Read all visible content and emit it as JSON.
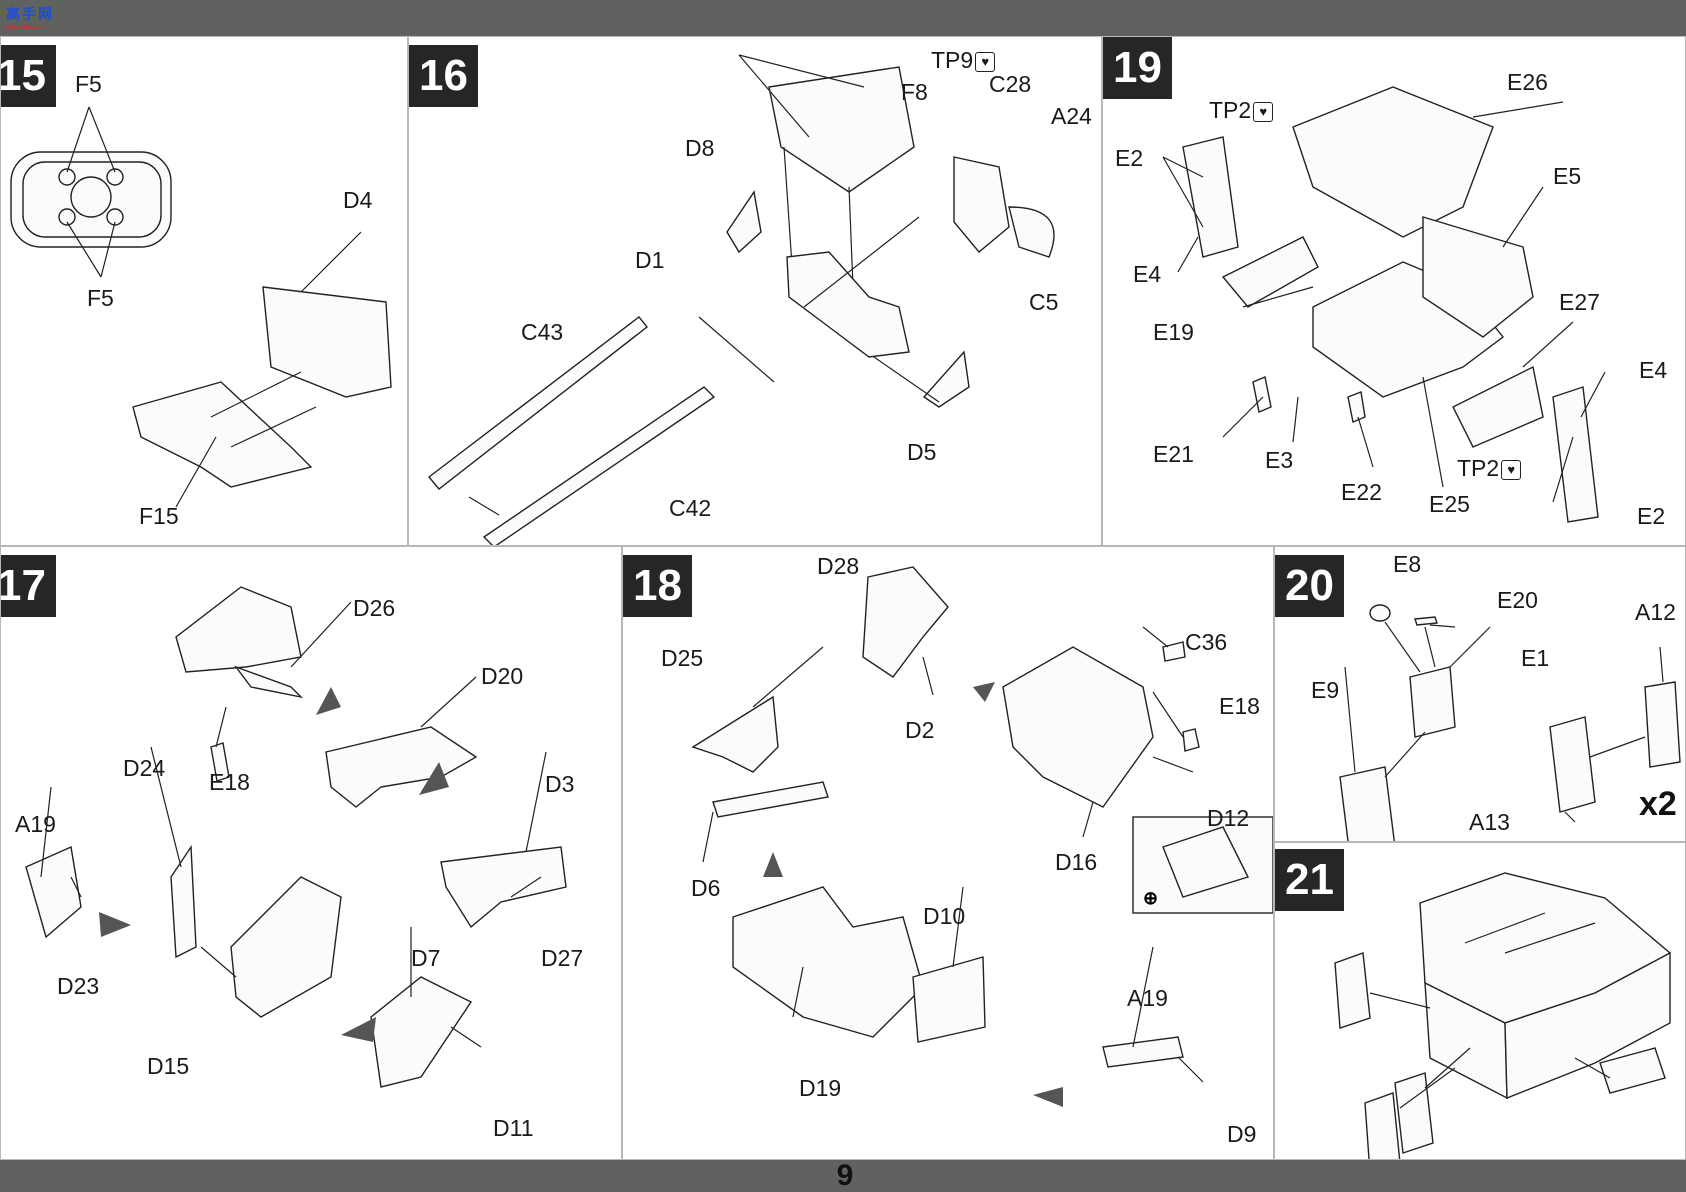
{
  "page": {
    "number": "9"
  },
  "watermark": {
    "brand": "高手网",
    "site": "gao-shou.com"
  },
  "steps": [
    {
      "number": "15",
      "labels": {
        "f5_top": "F5",
        "f5_bottom": "F5",
        "d4": "D4",
        "f15": "F15"
      }
    },
    {
      "number": "16",
      "labels": {
        "d8": "D8",
        "f8": "F8",
        "tp9": "TP9",
        "c28": "C28",
        "a24": "A24",
        "d1": "D1",
        "c5": "C5",
        "c43": "C43",
        "d5": "D5",
        "c42": "C42"
      }
    },
    {
      "number": "19",
      "labels": {
        "e26": "E26",
        "tp2_top": "TP2",
        "e2_left": "E2",
        "e5": "E5",
        "e4_left": "E4",
        "e19": "E19",
        "e27": "E27",
        "e4_right": "E4",
        "e21": "E21",
        "e3": "E3",
        "e22": "E22",
        "e25": "E25",
        "tp2_bottom": "TP2",
        "e2_right": "E2"
      }
    },
    {
      "number": "17",
      "labels": {
        "d26": "D26",
        "d20": "D20",
        "d24": "D24",
        "e18": "E18",
        "d3": "D3",
        "a19": "A19",
        "d27": "D27",
        "d23": "D23",
        "d7": "D7",
        "d15": "D15",
        "d11": "D11"
      }
    },
    {
      "number": "18",
      "labels": {
        "d28": "D28",
        "d25": "D25",
        "c36": "C36",
        "e18": "E18",
        "d2": "D2",
        "d12": "D12",
        "d16": "D16",
        "d6": "D6",
        "d10": "D10",
        "a19": "A19",
        "d19": "D19",
        "d9": "D9"
      }
    },
    {
      "number": "20",
      "labels": {
        "e8": "E8",
        "e20": "E20",
        "a12": "A12",
        "e1": "E1",
        "e9": "E9",
        "a13": "A13"
      },
      "multiplier": "x2"
    },
    {
      "number": "21",
      "labels": {}
    }
  ]
}
